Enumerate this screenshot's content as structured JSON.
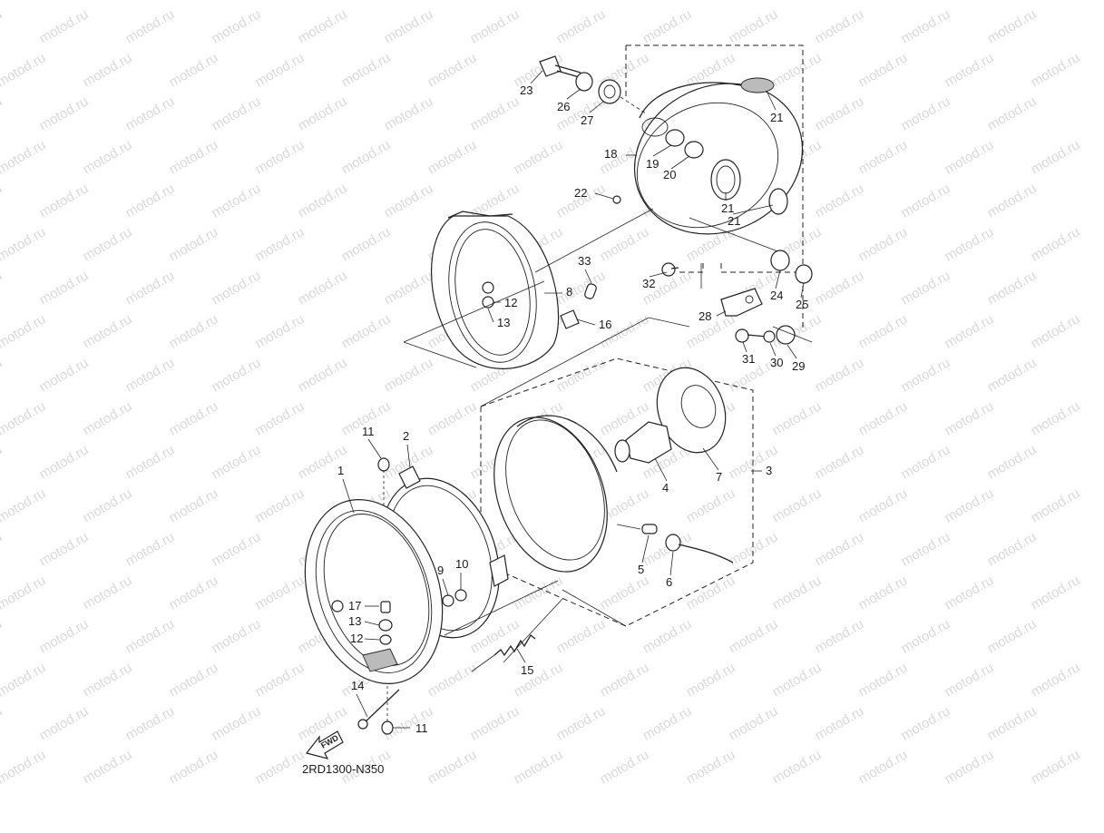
{
  "watermark": {
    "text": "motod.ru"
  },
  "diagram": {
    "code": "2RD1300-N350",
    "fwd_label": "FWD",
    "part_labels": [
      "1",
      "2",
      "3",
      "4",
      "5",
      "6",
      "7",
      "8",
      "9",
      "10",
      "11",
      "11",
      "12",
      "12",
      "13",
      "13",
      "14",
      "15",
      "16",
      "17",
      "18",
      "19",
      "20",
      "21",
      "21",
      "21",
      "22",
      "23",
      "24",
      "25",
      "26",
      "27",
      "28",
      "29",
      "30",
      "31",
      "32",
      "33"
    ]
  }
}
